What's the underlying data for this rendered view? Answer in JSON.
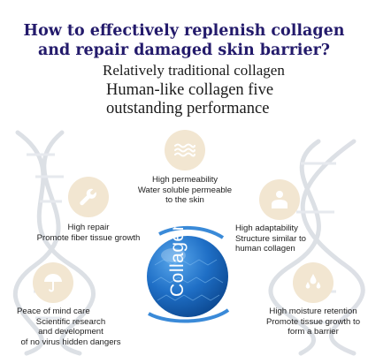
{
  "headline": {
    "line1": "How to effectively replenish collagen",
    "line2": "and repair damaged skin barrier?"
  },
  "subtitle": {
    "line1": "Relatively traditional collagen",
    "line2a": "Human-like collagen five",
    "line2b": "outstanding performance"
  },
  "features": {
    "permeability": {
      "title": "High permeability",
      "desc1": "Water soluble permeable",
      "desc2": "to the skin",
      "icon": "waves-icon"
    },
    "repair": {
      "title": "High repair",
      "desc1": "Promote fiber tissue growth",
      "icon": "wrench-icon"
    },
    "adaptability": {
      "title": "High adaptability",
      "desc1": "Structure similar to",
      "desc2": "human collagen",
      "icon": "person-icon"
    },
    "safety": {
      "title": "Peace of mind care",
      "desc1": "Scientific research",
      "desc2": "and development",
      "desc3": "of no virus hidden dangers",
      "icon": "umbrella-icon"
    },
    "moisture": {
      "title": "High moisture retention",
      "desc1": "Promote tissue growth to",
      "desc2": "form a barrier",
      "icon": "droplets-icon"
    }
  },
  "ball": {
    "label": "Collagen",
    "color": "#1f6fc6"
  },
  "colors": {
    "headline": "#231a6b",
    "circle_bg": "#f2e6d1",
    "icon": "#ffffff"
  }
}
